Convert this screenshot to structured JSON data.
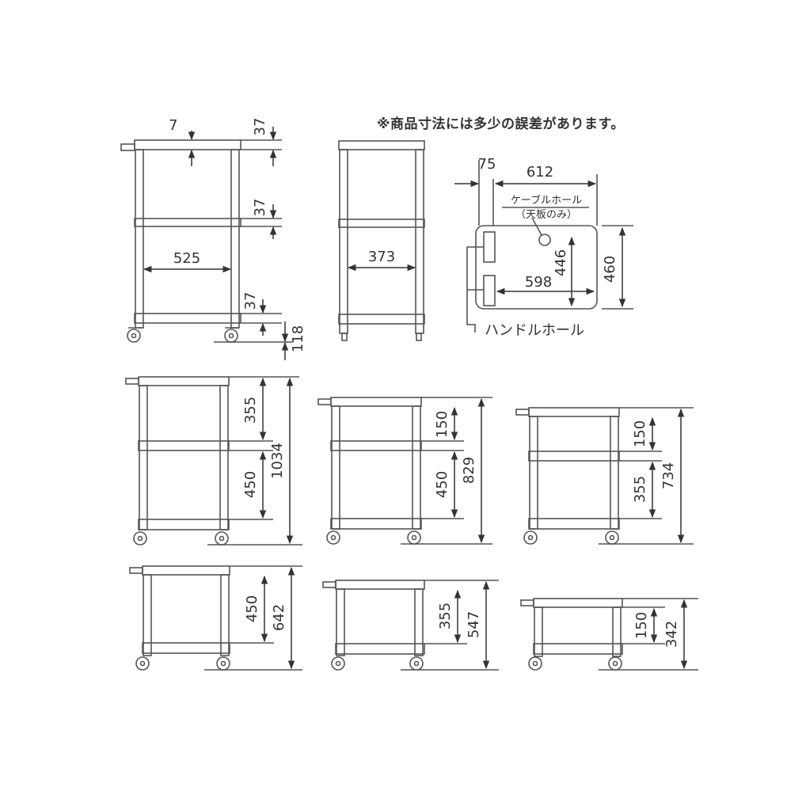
{
  "note": "※商品寸法には多少の誤差があります。",
  "colors": {
    "line": "#555555",
    "text": "#333333"
  },
  "side_view": {
    "top_thickness": "7",
    "gap_top": "37",
    "gap_middle": "37",
    "gap_lower": "37",
    "bottom_gap": "118",
    "width": "525"
  },
  "front_view": {
    "depth": "373"
  },
  "top_view": {
    "handle_width": "75",
    "overall_width": "612",
    "cable_hole_label": "ケーブルホール",
    "cable_hole_note": "（天板のみ）",
    "inner_width": "598",
    "inner_depth": "446",
    "overall_depth": "460",
    "handle_hole_label": "ハンドルホール"
  },
  "variants": [
    {
      "id": "3-shelf-1034",
      "upper": "355",
      "lower": "450",
      "height": "1034"
    },
    {
      "id": "3-shelf-829",
      "upper": "150",
      "lower": "450",
      "height": "829"
    },
    {
      "id": "3-shelf-734",
      "upper": "150",
      "lower": "355",
      "height": "734"
    },
    {
      "id": "2-shelf-642",
      "shelf": "450",
      "height": "642"
    },
    {
      "id": "2-shelf-547",
      "shelf": "355",
      "height": "547"
    },
    {
      "id": "2-shelf-342",
      "shelf": "150",
      "height": "342"
    }
  ]
}
